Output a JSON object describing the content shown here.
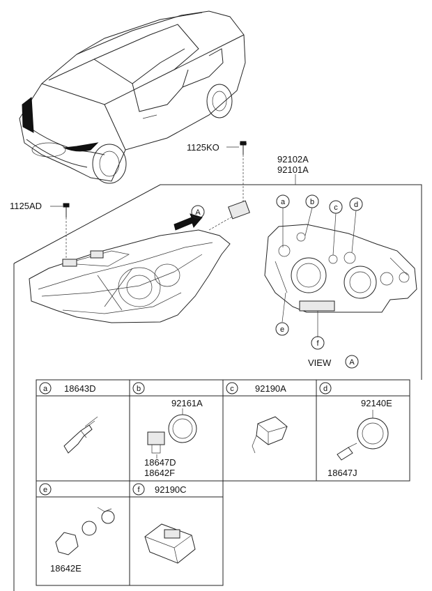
{
  "top_labels": {
    "bolt_top": "1125KO",
    "bolt_left": "1125AD",
    "assembly_1": "92102A",
    "assembly_2": "92101A"
  },
  "view": {
    "label": "VIEW",
    "ref": "A",
    "arrow_ref": "A"
  },
  "callouts": [
    "a",
    "b",
    "c",
    "d",
    "e",
    "f"
  ],
  "cells": [
    {
      "letter": "a",
      "part": "18643D"
    },
    {
      "letter": "b",
      "part": "",
      "parts": [
        "92161A",
        "18647D",
        "18642F"
      ]
    },
    {
      "letter": "c",
      "part": "92190A"
    },
    {
      "letter": "d",
      "part": "",
      "parts": [
        "92140E",
        "18647J"
      ]
    },
    {
      "letter": "e",
      "part": "",
      "parts": [
        "18642E"
      ]
    },
    {
      "letter": "f",
      "part": "92190C"
    }
  ]
}
